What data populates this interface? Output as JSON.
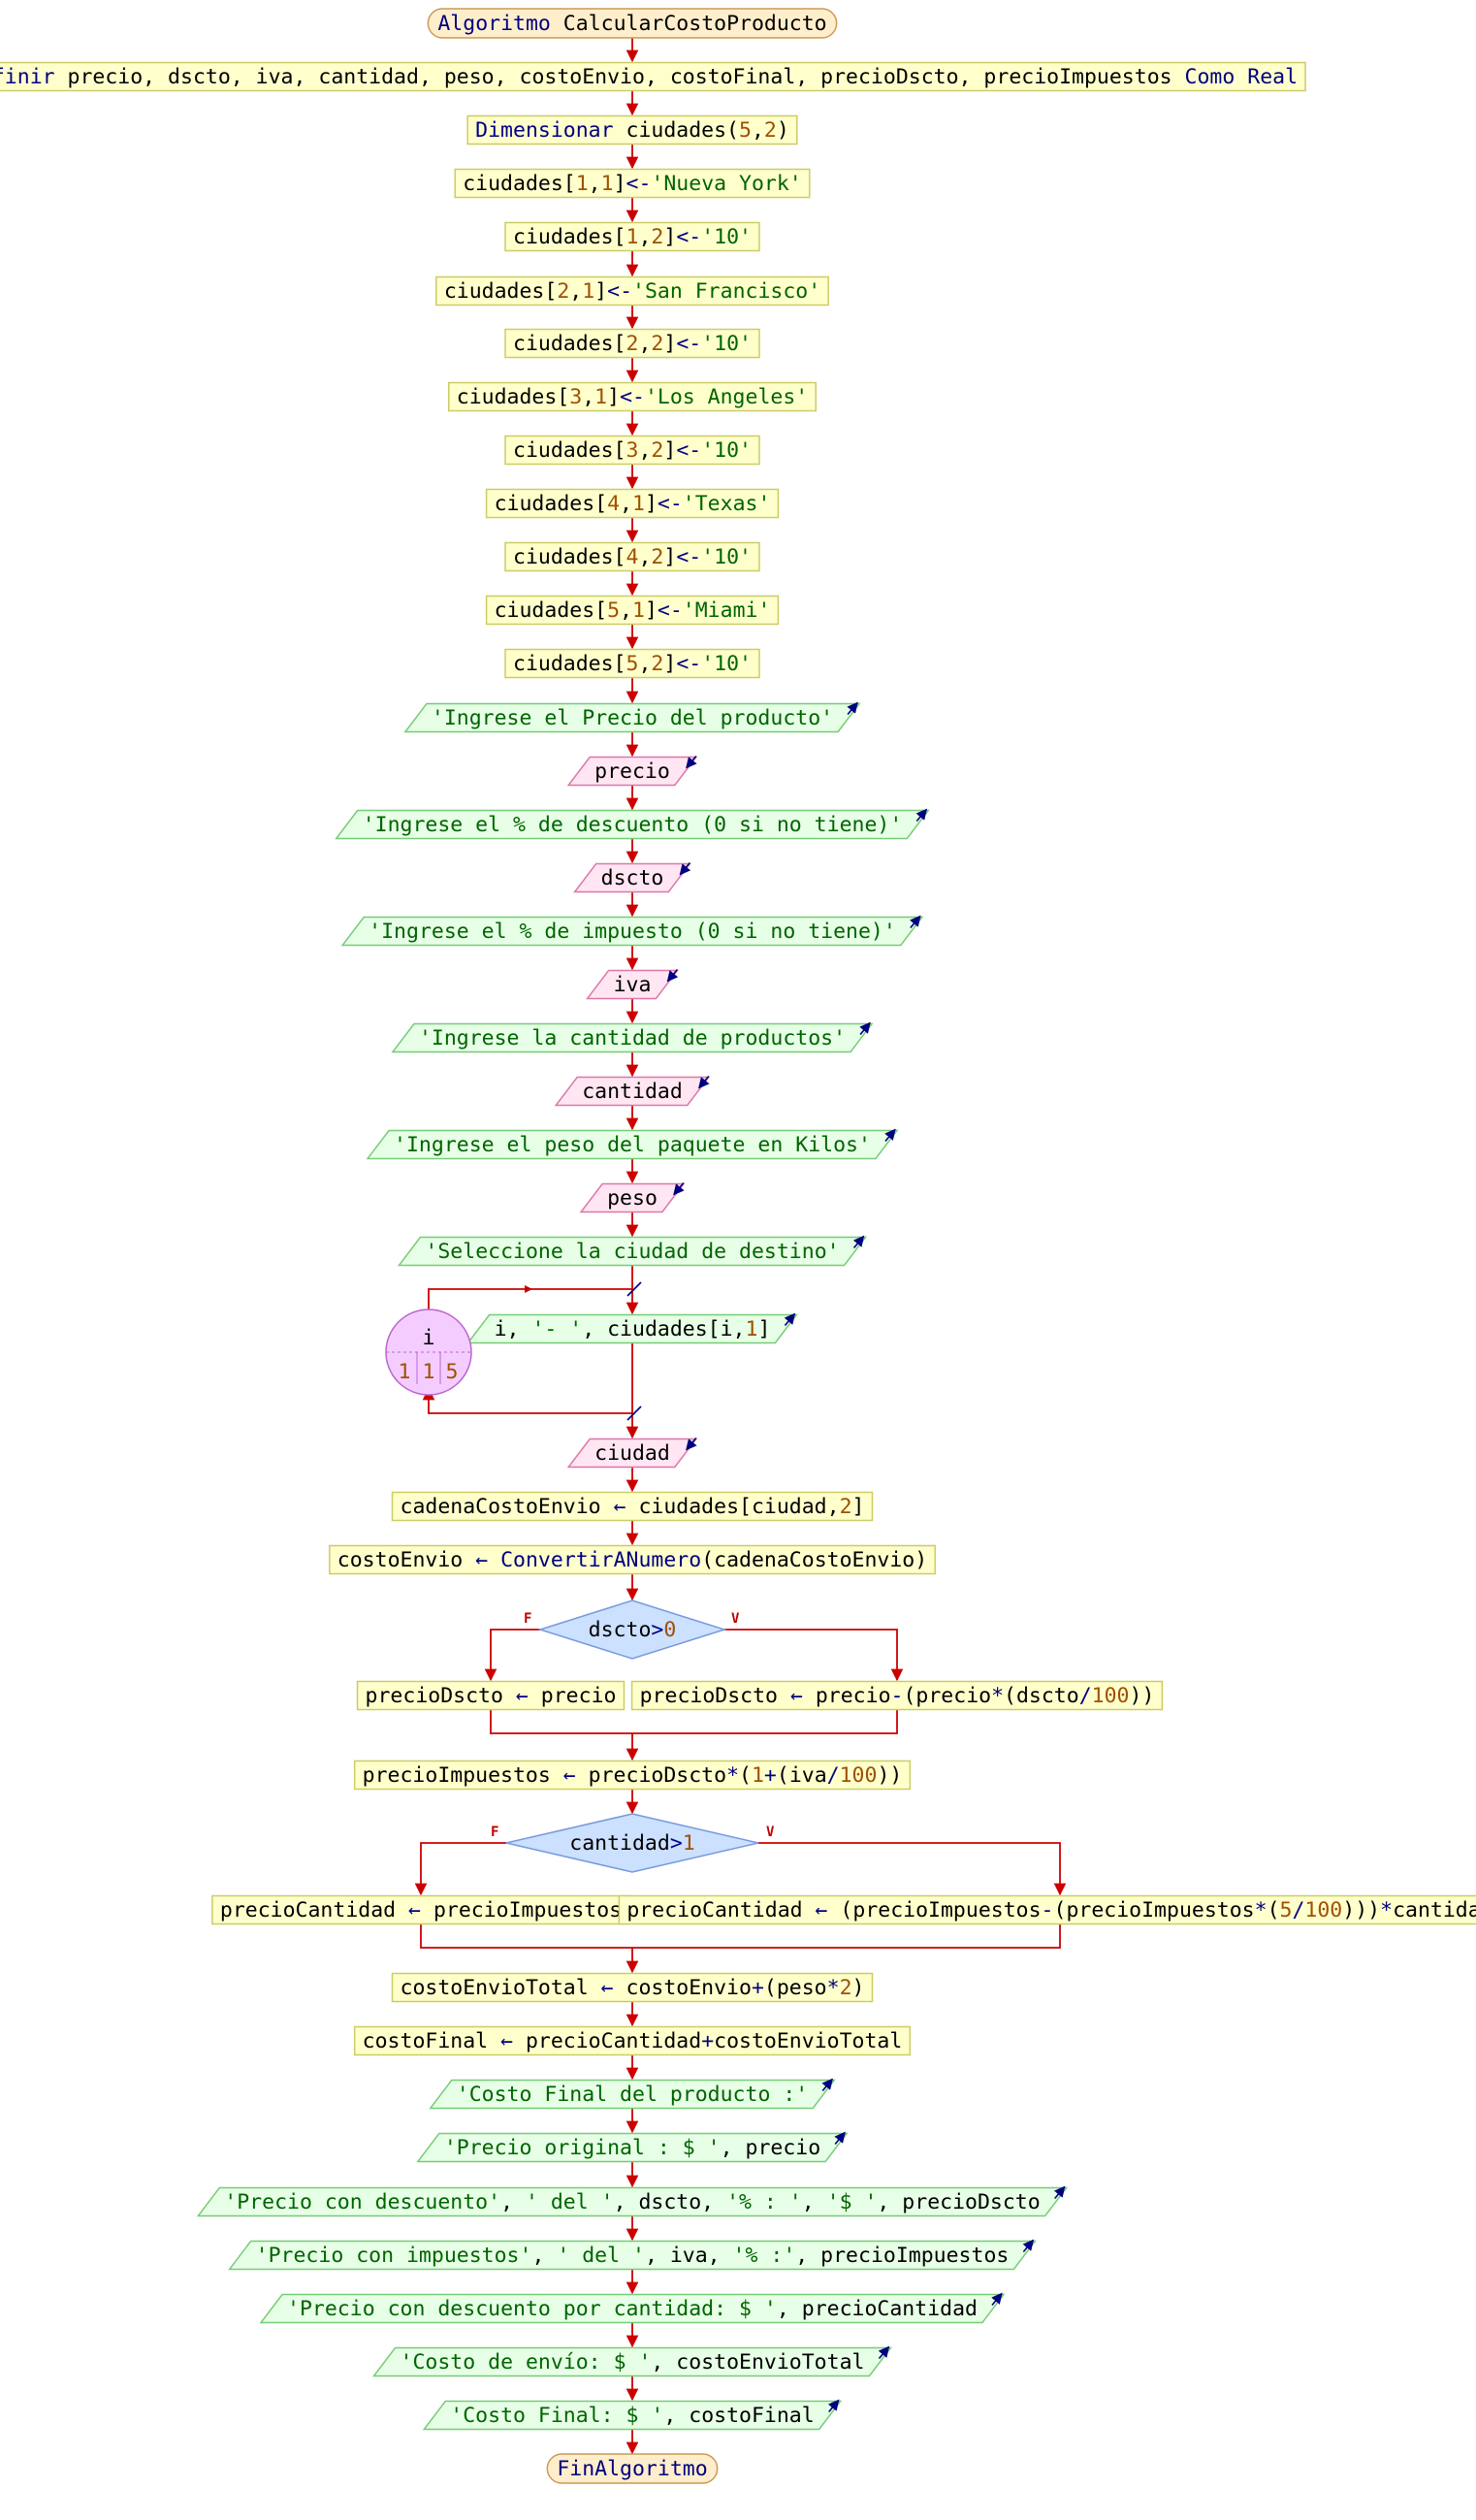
{
  "colors": {
    "flow": "#cc0000",
    "process_fill": "#ffffcc",
    "process_border": "#cccc66",
    "output_fill": "#e6ffe6",
    "output_border": "#77cc77",
    "input_fill": "#ffe6f2",
    "input_border": "#dd77aa",
    "decision_fill": "#cce0ff",
    "decision_border": "#7799dd",
    "loop_fill": "#f5ccff",
    "loop_border": "#bb66cc",
    "terminal_fill": "#ffeecc",
    "terminal_border": "#cc9955",
    "io_arrow": "#000080"
  },
  "nodes": [
    {
      "id": "n_start",
      "kind": "terminal",
      "text": [
        [
          "Algoritmo",
          "kw"
        ],
        [
          " CalcularCostoProducto",
          "var"
        ]
      ]
    },
    {
      "id": "n_define",
      "kind": "process",
      "text": [
        [
          "Definir",
          "kw"
        ],
        [
          " precio, dscto, iva, cantidad, peso, costoEnvio, costoFinal, precioDscto, precioImpuestos ",
          "var"
        ],
        [
          "Como Real",
          "kw"
        ]
      ]
    },
    {
      "id": "n_dim",
      "kind": "process",
      "text": [
        [
          "Dimensionar",
          "kw"
        ],
        [
          " ciudades(",
          "var"
        ],
        [
          "5",
          "num"
        ],
        [
          ",",
          "var"
        ],
        [
          "2",
          "num"
        ],
        [
          ")",
          "var"
        ]
      ]
    },
    {
      "id": "n_c11",
      "kind": "process",
      "text": [
        [
          "ciudades[",
          "var"
        ],
        [
          "1",
          "num"
        ],
        [
          ",",
          "var"
        ],
        [
          "1",
          "num"
        ],
        [
          "]",
          "var"
        ],
        [
          "<-",
          "sym"
        ],
        [
          "'Nueva York'",
          "str"
        ]
      ]
    },
    {
      "id": "n_c12",
      "kind": "process",
      "text": [
        [
          "ciudades[",
          "var"
        ],
        [
          "1",
          "num"
        ],
        [
          ",",
          "var"
        ],
        [
          "2",
          "num"
        ],
        [
          "]",
          "var"
        ],
        [
          "<-",
          "sym"
        ],
        [
          "'10'",
          "str"
        ]
      ]
    },
    {
      "id": "n_c21",
      "kind": "process",
      "text": [
        [
          "ciudades[",
          "var"
        ],
        [
          "2",
          "num"
        ],
        [
          ",",
          "var"
        ],
        [
          "1",
          "num"
        ],
        [
          "]",
          "var"
        ],
        [
          "<-",
          "sym"
        ],
        [
          "'San Francisco'",
          "str"
        ]
      ]
    },
    {
      "id": "n_c22",
      "kind": "process",
      "text": [
        [
          "ciudades[",
          "var"
        ],
        [
          "2",
          "num"
        ],
        [
          ",",
          "var"
        ],
        [
          "2",
          "num"
        ],
        [
          "]",
          "var"
        ],
        [
          "<-",
          "sym"
        ],
        [
          "'10'",
          "str"
        ]
      ]
    },
    {
      "id": "n_c31",
      "kind": "process",
      "text": [
        [
          "ciudades[",
          "var"
        ],
        [
          "3",
          "num"
        ],
        [
          ",",
          "var"
        ],
        [
          "1",
          "num"
        ],
        [
          "]",
          "var"
        ],
        [
          "<-",
          "sym"
        ],
        [
          "'Los Angeles'",
          "str"
        ]
      ]
    },
    {
      "id": "n_c32",
      "kind": "process",
      "text": [
        [
          "ciudades[",
          "var"
        ],
        [
          "3",
          "num"
        ],
        [
          ",",
          "var"
        ],
        [
          "2",
          "num"
        ],
        [
          "]",
          "var"
        ],
        [
          "<-",
          "sym"
        ],
        [
          "'10'",
          "str"
        ]
      ]
    },
    {
      "id": "n_c41",
      "kind": "process",
      "text": [
        [
          "ciudades[",
          "var"
        ],
        [
          "4",
          "num"
        ],
        [
          ",",
          "var"
        ],
        [
          "1",
          "num"
        ],
        [
          "]",
          "var"
        ],
        [
          "<-",
          "sym"
        ],
        [
          "'Texas'",
          "str"
        ]
      ]
    },
    {
      "id": "n_c42",
      "kind": "process",
      "text": [
        [
          "ciudades[",
          "var"
        ],
        [
          "4",
          "num"
        ],
        [
          ",",
          "var"
        ],
        [
          "2",
          "num"
        ],
        [
          "]",
          "var"
        ],
        [
          "<-",
          "sym"
        ],
        [
          "'10'",
          "str"
        ]
      ]
    },
    {
      "id": "n_c51",
      "kind": "process",
      "text": [
        [
          "ciudades[",
          "var"
        ],
        [
          "5",
          "num"
        ],
        [
          ",",
          "var"
        ],
        [
          "1",
          "num"
        ],
        [
          "]",
          "var"
        ],
        [
          "<-",
          "sym"
        ],
        [
          "'Miami'",
          "str"
        ]
      ]
    },
    {
      "id": "n_c52",
      "kind": "process",
      "text": [
        [
          "ciudades[",
          "var"
        ],
        [
          "5",
          "num"
        ],
        [
          ",",
          "var"
        ],
        [
          "2",
          "num"
        ],
        [
          "]",
          "var"
        ],
        [
          "<-",
          "sym"
        ],
        [
          "'10'",
          "str"
        ]
      ]
    },
    {
      "id": "n_o1",
      "kind": "output",
      "text": [
        [
          "'Ingrese el Precio del producto'",
          "str"
        ]
      ]
    },
    {
      "id": "n_i1",
      "kind": "input",
      "text": [
        [
          "precio",
          "var"
        ]
      ]
    },
    {
      "id": "n_o2",
      "kind": "output",
      "text": [
        [
          "'Ingrese el % de descuento (0 si no tiene)'",
          "str"
        ]
      ]
    },
    {
      "id": "n_i2",
      "kind": "input",
      "text": [
        [
          "dscto",
          "var"
        ]
      ]
    },
    {
      "id": "n_o3",
      "kind": "output",
      "text": [
        [
          "'Ingrese el % de impuesto (0 si no tiene)'",
          "str"
        ]
      ]
    },
    {
      "id": "n_i3",
      "kind": "input",
      "text": [
        [
          "iva",
          "var"
        ]
      ]
    },
    {
      "id": "n_o4",
      "kind": "output",
      "text": [
        [
          "'Ingrese la cantidad de productos'",
          "str"
        ]
      ]
    },
    {
      "id": "n_i4",
      "kind": "input",
      "text": [
        [
          "cantidad",
          "var"
        ]
      ]
    },
    {
      "id": "n_o5",
      "kind": "output",
      "text": [
        [
          "'Ingrese el peso del paquete en Kilos'",
          "str"
        ]
      ]
    },
    {
      "id": "n_i5",
      "kind": "input",
      "text": [
        [
          "peso",
          "var"
        ]
      ]
    },
    {
      "id": "n_o6",
      "kind": "output",
      "text": [
        [
          "'Seleccione la ciudad de destino'",
          "str"
        ]
      ]
    },
    {
      "id": "n_loop_out",
      "kind": "output",
      "text": [
        [
          "i, ",
          "var"
        ],
        [
          "'- '",
          "str"
        ],
        [
          ", ciudades[i,",
          "var"
        ],
        [
          "1",
          "num"
        ],
        [
          "]",
          "var"
        ]
      ]
    },
    {
      "id": "n_i6",
      "kind": "input",
      "text": [
        [
          "ciudad",
          "var"
        ]
      ]
    },
    {
      "id": "n_a1",
      "kind": "process",
      "text": [
        [
          "cadenaCostoEnvio ",
          "var"
        ],
        [
          "←",
          "sym"
        ],
        [
          " ciudades[ciudad,",
          "var"
        ],
        [
          "2",
          "num"
        ],
        [
          "]",
          "var"
        ]
      ]
    },
    {
      "id": "n_a2",
      "kind": "process",
      "text": [
        [
          "costoEnvio ",
          "var"
        ],
        [
          "←",
          "sym"
        ],
        [
          " ",
          "var"
        ],
        [
          "ConvertirANumero",
          "kw"
        ],
        [
          "(cadenaCostoEnvio)",
          "var"
        ]
      ]
    },
    {
      "id": "n_d1",
      "kind": "decision",
      "text": [
        [
          "dscto",
          "var"
        ],
        [
          ">",
          "sym"
        ],
        [
          "0",
          "num"
        ]
      ]
    },
    {
      "id": "n_d1f",
      "kind": "process",
      "text": [
        [
          "precioDscto ",
          "var"
        ],
        [
          "←",
          "sym"
        ],
        [
          " precio",
          "var"
        ]
      ]
    },
    {
      "id": "n_d1v",
      "kind": "process",
      "text": [
        [
          "precioDscto ",
          "var"
        ],
        [
          "←",
          "sym"
        ],
        [
          " precio",
          "var"
        ],
        [
          "-",
          "sym"
        ],
        [
          "(precio",
          "var"
        ],
        [
          "*",
          "sym"
        ],
        [
          "(dscto",
          "var"
        ],
        [
          "/",
          "sym"
        ],
        [
          "100",
          "num"
        ],
        [
          "))",
          "var"
        ]
      ]
    },
    {
      "id": "n_a3",
      "kind": "process",
      "text": [
        [
          "precioImpuestos ",
          "var"
        ],
        [
          "←",
          "sym"
        ],
        [
          " precioDscto",
          "var"
        ],
        [
          "*",
          "sym"
        ],
        [
          "(",
          "var"
        ],
        [
          "1",
          "num"
        ],
        [
          "+",
          "sym"
        ],
        [
          "(iva",
          "var"
        ],
        [
          "/",
          "sym"
        ],
        [
          "100",
          "num"
        ],
        [
          "))",
          "var"
        ]
      ]
    },
    {
      "id": "n_d2",
      "kind": "decision",
      "text": [
        [
          "cantidad",
          "var"
        ],
        [
          ">",
          "sym"
        ],
        [
          "1",
          "num"
        ]
      ]
    },
    {
      "id": "n_d2f",
      "kind": "process",
      "text": [
        [
          "precioCantidad ",
          "var"
        ],
        [
          "←",
          "sym"
        ],
        [
          " precioImpuestos",
          "var"
        ]
      ]
    },
    {
      "id": "n_d2v",
      "kind": "process",
      "text": [
        [
          "precioCantidad ",
          "var"
        ],
        [
          "←",
          "sym"
        ],
        [
          " (precioImpuestos",
          "var"
        ],
        [
          "-",
          "sym"
        ],
        [
          "(precioImpuestos",
          "var"
        ],
        [
          "*",
          "sym"
        ],
        [
          "(",
          "var"
        ],
        [
          "5",
          "num"
        ],
        [
          "/",
          "sym"
        ],
        [
          "100",
          "num"
        ],
        [
          ")))",
          "var"
        ],
        [
          "*",
          "sym"
        ],
        [
          "cantidad",
          "var"
        ]
      ]
    },
    {
      "id": "n_a4",
      "kind": "process",
      "text": [
        [
          "costoEnvioTotal ",
          "var"
        ],
        [
          "←",
          "sym"
        ],
        [
          " costoEnvio",
          "var"
        ],
        [
          "+",
          "sym"
        ],
        [
          "(peso",
          "var"
        ],
        [
          "*",
          "sym"
        ],
        [
          "2",
          "num"
        ],
        [
          ")",
          "var"
        ]
      ]
    },
    {
      "id": "n_a5",
      "kind": "process",
      "text": [
        [
          "costoFinal ",
          "var"
        ],
        [
          "←",
          "sym"
        ],
        [
          " precioCantidad",
          "var"
        ],
        [
          "+",
          "sym"
        ],
        [
          "costoEnvioTotal",
          "var"
        ]
      ]
    },
    {
      "id": "n_p1",
      "kind": "output",
      "text": [
        [
          "'Costo Final del producto :'",
          "str"
        ]
      ]
    },
    {
      "id": "n_p2",
      "kind": "output",
      "text": [
        [
          "'Precio original : $ '",
          "str"
        ],
        [
          ", precio",
          "var"
        ]
      ]
    },
    {
      "id": "n_p3",
      "kind": "output",
      "text": [
        [
          "'Precio con descuento'",
          "str"
        ],
        [
          ", ",
          "var"
        ],
        [
          "' del '",
          "str"
        ],
        [
          ", dscto, ",
          "var"
        ],
        [
          "'% : '",
          "str"
        ],
        [
          ", ",
          "var"
        ],
        [
          "'$ '",
          "str"
        ],
        [
          ", precioDscto",
          "var"
        ]
      ]
    },
    {
      "id": "n_p4",
      "kind": "output",
      "text": [
        [
          "'Precio con impuestos'",
          "str"
        ],
        [
          ", ",
          "var"
        ],
        [
          "' del '",
          "str"
        ],
        [
          ", iva, ",
          "var"
        ],
        [
          "'% :'",
          "str"
        ],
        [
          ", precioImpuestos",
          "var"
        ]
      ]
    },
    {
      "id": "n_p5",
      "kind": "output",
      "text": [
        [
          "'Precio con descuento por cantidad: $ '",
          "str"
        ],
        [
          ", precioCantidad",
          "var"
        ]
      ]
    },
    {
      "id": "n_p6",
      "kind": "output",
      "text": [
        [
          "'Costo de envío: $ '",
          "str"
        ],
        [
          ", costoEnvioTotal",
          "var"
        ]
      ]
    },
    {
      "id": "n_p7",
      "kind": "output",
      "text": [
        [
          "'Costo Final: $ '",
          "str"
        ],
        [
          ", costoFinal",
          "var"
        ]
      ]
    },
    {
      "id": "n_end",
      "kind": "terminal",
      "text": [
        [
          "FinAlgoritmo",
          "kw"
        ]
      ]
    }
  ],
  "loop": {
    "var": "i",
    "start": "1",
    "step": "1",
    "end": "5"
  },
  "branch_labels": {
    "false": "F",
    "true": "V"
  }
}
